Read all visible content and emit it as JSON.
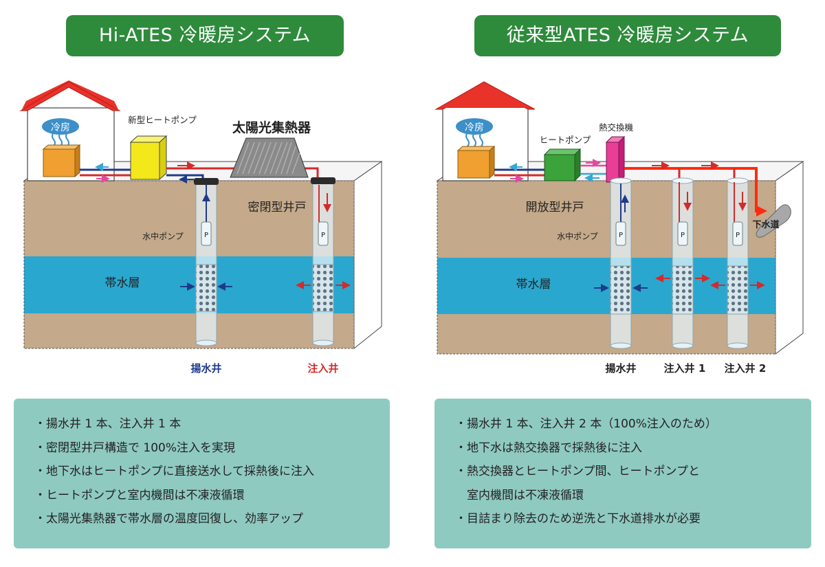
{
  "left": {
    "title": "Hi-ATES 冷暖房システム",
    "labels": {
      "cooling": "冷房",
      "heat_pump": "新型ヒートポンプ",
      "solar_collector": "太陽光集熱器",
      "well_type": "密閉型井戸",
      "pump": "水中ポンプ",
      "pump_mark": "P",
      "aquifer": "帯水層",
      "pumping_well": "揚水井",
      "injection_well": "注入井"
    },
    "notes": [
      "揚水井 1 本、注入井 1 本",
      "密閉型井戸構造で 100%注入を実現",
      "地下水はヒートポンプに直接送水して採熱後に注入",
      "ヒートポンプと室内機間は不凍液循環",
      "太陽光集熱器で帯水層の温度回復し、効率アップ"
    ]
  },
  "right": {
    "title": "従来型ATES 冷暖房システム",
    "labels": {
      "cooling": "冷房",
      "heat_pump": "ヒートポンプ",
      "heat_exchanger": "熱交換機",
      "well_type": "開放型井戸",
      "pump": "水中ポンプ",
      "pump_mark": "P",
      "sewer": "下水道",
      "aquifer": "帯水層",
      "pumping_well": "揚水井",
      "injection_well_1": "注入井 1",
      "injection_well_2": "注入井 2"
    },
    "notes": [
      "揚水井 1 本、注入井 2 本（100%注入のため）",
      "地下水は熱交換器で採熱後に注入",
      "熱交換器とヒートポンプ間、ヒートポンプと",
      "室内機間は不凍液循環",
      "目詰まり除去のため逆洗と下水道排水が必要"
    ]
  },
  "colors": {
    "title_bg": "#2e8b3c",
    "notes_bg": "#8fcac1",
    "roof": "#e8322a",
    "soil": "#c4a98a",
    "aquifer": "#2aa7cf",
    "new_heat_pump": "#f2e81a",
    "heat_pump": "#3aa33a",
    "heat_exchanger": "#e83e96",
    "indoor_unit": "#f0a030",
    "warm_flow": "#d42a2a",
    "cold_flow": "#1e3a8c"
  }
}
